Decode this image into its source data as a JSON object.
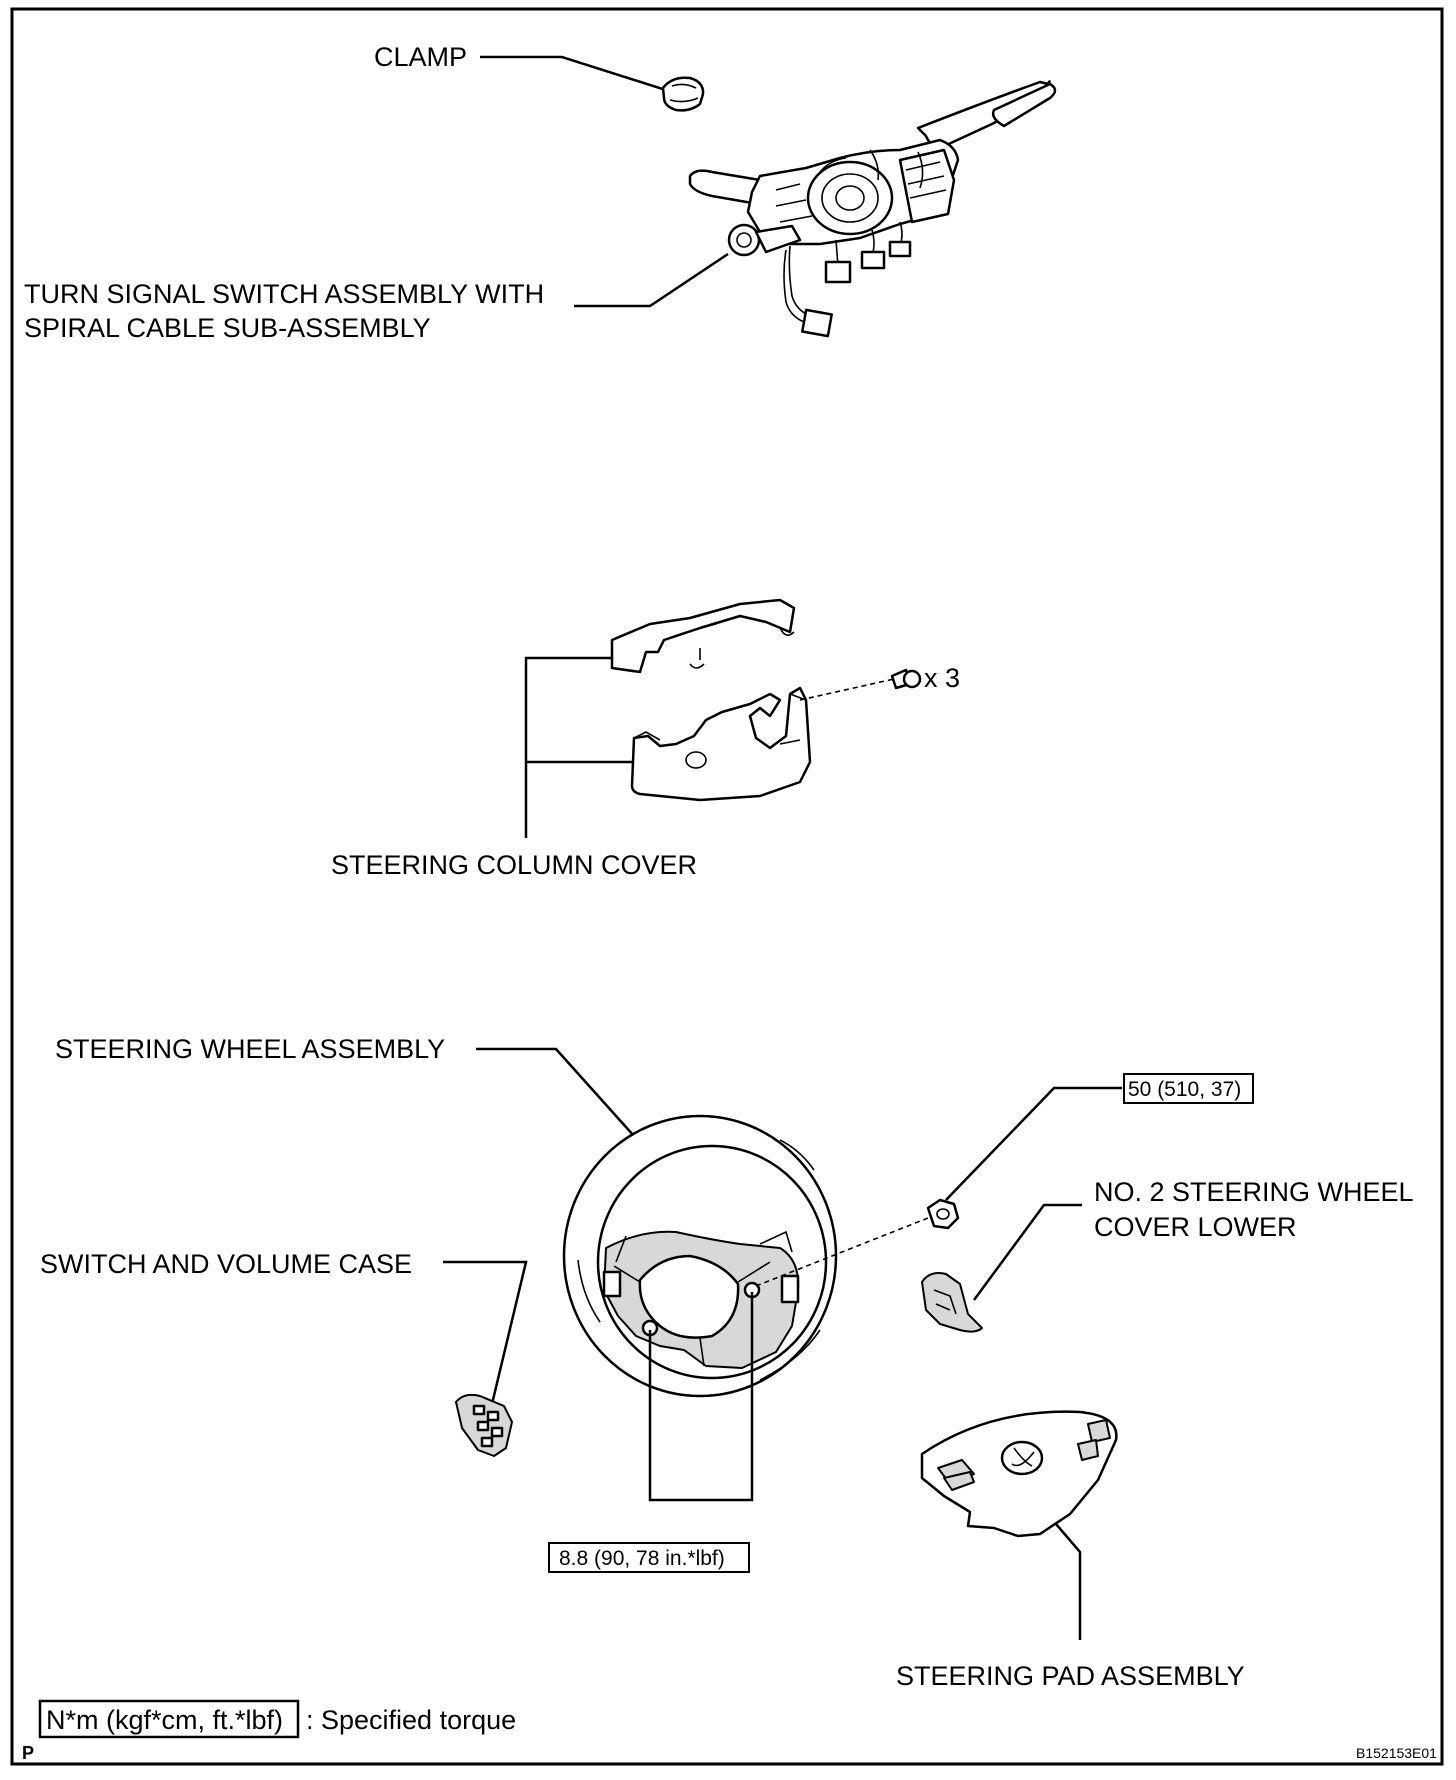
{
  "labels": {
    "clamp": "CLAMP",
    "turn_signal_line1": "TURN SIGNAL SWITCH ASSEMBLY WITH",
    "turn_signal_line2": "SPIRAL CABLE SUB-ASSEMBLY",
    "column_cover": "STEERING COLUMN COVER",
    "screw_qty": "x 3",
    "wheel_assembly": "STEERING WHEEL ASSEMBLY",
    "switch_volume_case": "SWITCH AND VOLUME CASE",
    "no2_cover_line1": "NO. 2 STEERING WHEEL",
    "no2_cover_line2": "COVER LOWER",
    "steering_pad": "STEERING PAD ASSEMBLY"
  },
  "torques": {
    "nut": "50 (510, 37)",
    "screw": "8.8 (90, 78 in.*lbf)"
  },
  "legend": {
    "unit_box": "N*m (kgf*cm, ft.*lbf)",
    "description": ": Specified torque"
  },
  "footer": {
    "left_mark": "P",
    "figure_code": "B152153E01"
  }
}
